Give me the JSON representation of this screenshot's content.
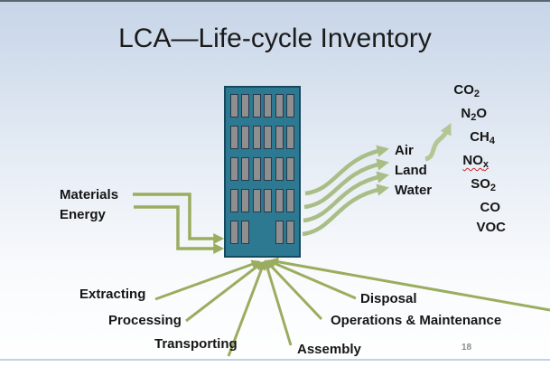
{
  "slide": {
    "title": "LCA—Life-cycle Inventory",
    "page_number": "18"
  },
  "inputs": {
    "items": [
      "Materials",
      "Energy"
    ]
  },
  "outputs": {
    "items": [
      "Air",
      "Land",
      "Water"
    ]
  },
  "emissions": {
    "items": [
      {
        "parts": [
          {
            "t": "CO"
          },
          {
            "s": "2"
          }
        ]
      },
      {
        "parts": [
          {
            "t": "N"
          },
          {
            "s": "2"
          },
          {
            "t": "O"
          }
        ]
      },
      {
        "parts": [
          {
            "t": "CH"
          },
          {
            "s": "4"
          }
        ]
      },
      {
        "parts": [
          {
            "t": "NO"
          },
          {
            "s": "x"
          }
        ],
        "misspelled": true
      },
      {
        "parts": [
          {
            "t": "SO"
          },
          {
            "s": "2"
          }
        ]
      },
      {
        "parts": [
          {
            "t": "CO"
          }
        ]
      },
      {
        "parts": [
          {
            "t": "VOC"
          }
        ]
      }
    ]
  },
  "stages": {
    "items": [
      "Extracting",
      "Processing",
      "Transporting",
      "Assembly",
      "Disposal",
      "Operations & Maintenance"
    ]
  },
  "building": {
    "window_rows": [
      "111111",
      "111111",
      "111111",
      "111111",
      "110011"
    ]
  },
  "colors": {
    "building": "#2e7992",
    "building_border": "#17495e",
    "window": "#8f8f8f",
    "window_border": "#26394b",
    "arrow_olive": "#9aad5f",
    "arrow_sage": "#a9be87",
    "arrow_light": "#b3c693",
    "title_text": "#1b1b1b",
    "squiggle": "#cc2222"
  }
}
